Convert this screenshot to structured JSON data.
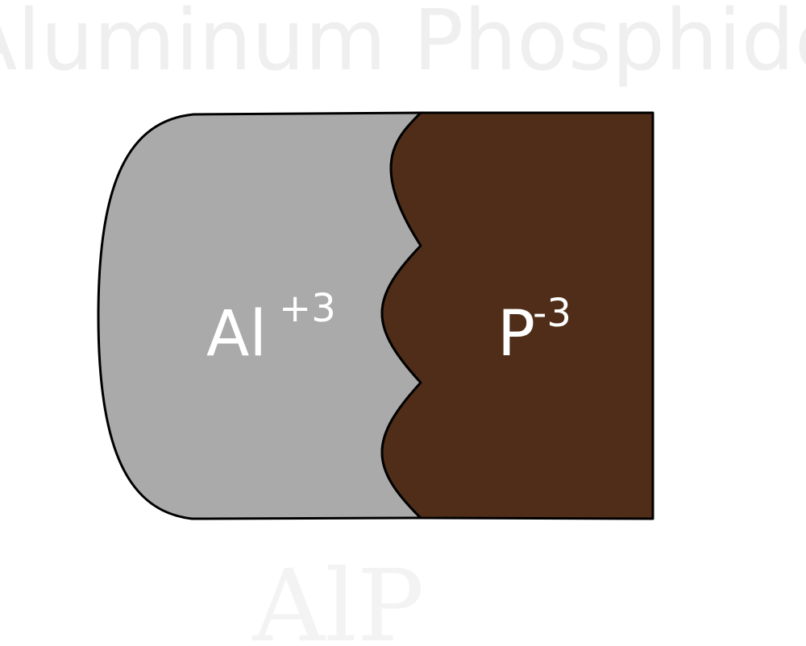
{
  "diagram": {
    "title": "Aluminum Phosphide",
    "formula": "AlP",
    "cation": {
      "symbol": "Al",
      "charge": "+3"
    },
    "anion": {
      "symbol": "P",
      "charge": "-3"
    },
    "colors": {
      "title": "#efefef",
      "formula": "#f3f3f3",
      "cation_fill": "#aaaaaa",
      "anion_fill": "#4f2d19",
      "outline": "#000000",
      "ion_text": "#ffffff"
    }
  }
}
